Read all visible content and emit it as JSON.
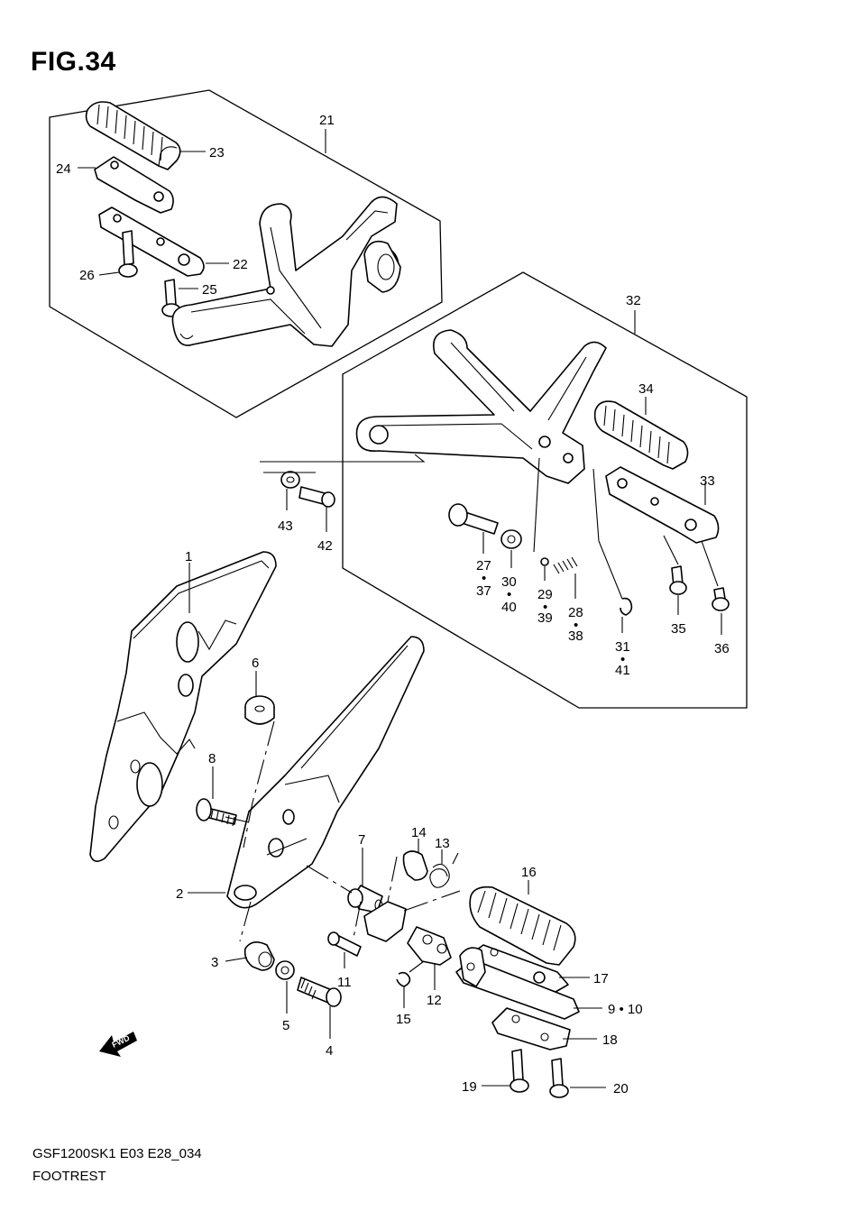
{
  "title": "FIG.34",
  "footer": {
    "code": "GSF1200SK1 E03 E28_034",
    "name": "FOOTREST"
  },
  "fwd_label": "FWD",
  "callouts": {
    "c1": "1",
    "c2": "2",
    "c3": "3",
    "c4": "4",
    "c5": "5",
    "c6": "6",
    "c7": "7",
    "c8": "8",
    "c9_10": "9 • 10",
    "c11": "11",
    "c12": "12",
    "c13": "13",
    "c14": "14",
    "c15": "15",
    "c16": "16",
    "c17": "17",
    "c18": "18",
    "c19": "19",
    "c20": "20",
    "c21": "21",
    "c22": "22",
    "c23": "23",
    "c24": "24",
    "c25": "25",
    "c26": "26",
    "c27": "27",
    "c37": "37",
    "c28": "28",
    "c38": "38",
    "c29": "29",
    "c39": "39",
    "c30": "30",
    "c40": "40",
    "c31": "31",
    "c41": "41",
    "c32": "32",
    "c33": "33",
    "c34": "34",
    "c35": "35",
    "c36": "36",
    "c42": "42",
    "c43": "43"
  }
}
